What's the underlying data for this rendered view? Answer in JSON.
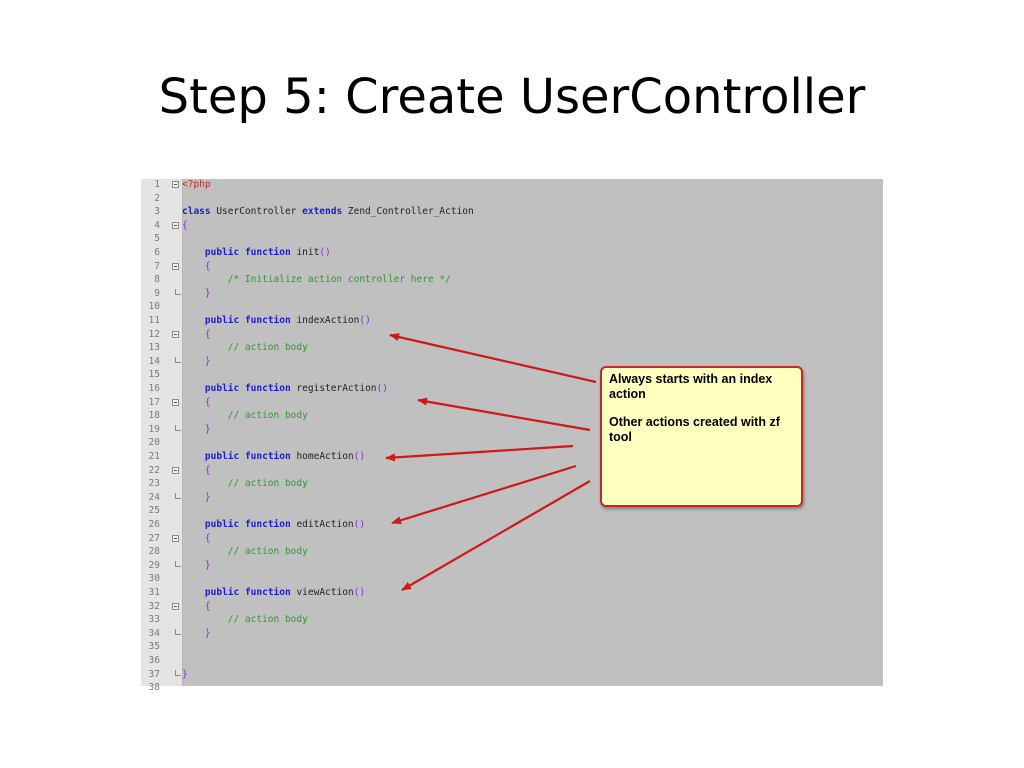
{
  "slide": {
    "title": "Step 5: Create UserController"
  },
  "callout": {
    "line1": "Always starts with an index action",
    "line2": "Other actions created with zf tool"
  },
  "code_lines": [
    {
      "n": "1",
      "fold": "box",
      "tokens": [
        {
          "t": "<?php",
          "c": "ph"
        }
      ]
    },
    {
      "n": "2",
      "fold": "",
      "tokens": []
    },
    {
      "n": "3",
      "fold": "",
      "tokens": [
        {
          "t": "class",
          "c": "kw"
        },
        {
          "t": " UserController ",
          "c": "tx"
        },
        {
          "t": "extends",
          "c": "kw"
        },
        {
          "t": " Zend_Controller_Action",
          "c": "tx"
        }
      ]
    },
    {
      "n": "4",
      "fold": "box",
      "tokens": [
        {
          "t": "{",
          "c": "br"
        }
      ]
    },
    {
      "n": "5",
      "fold": "",
      "tokens": []
    },
    {
      "n": "6",
      "fold": "",
      "tokens": [
        {
          "t": "    ",
          "c": "tx"
        },
        {
          "t": "public",
          "c": "kw"
        },
        {
          "t": " ",
          "c": "tx"
        },
        {
          "t": "function",
          "c": "kw"
        },
        {
          "t": " init",
          "c": "tx"
        },
        {
          "t": "()",
          "c": "br"
        }
      ]
    },
    {
      "n": "7",
      "fold": "box",
      "tokens": [
        {
          "t": "    {",
          "c": "br"
        }
      ]
    },
    {
      "n": "8",
      "fold": "",
      "tokens": [
        {
          "t": "        /* Initialize action controller here */",
          "c": "cm"
        }
      ]
    },
    {
      "n": "9",
      "fold": "end",
      "tokens": [
        {
          "t": "    }",
          "c": "br"
        }
      ]
    },
    {
      "n": "10",
      "fold": "",
      "tokens": []
    },
    {
      "n": "11",
      "fold": "",
      "tokens": [
        {
          "t": "    ",
          "c": "tx"
        },
        {
          "t": "public",
          "c": "kw"
        },
        {
          "t": " ",
          "c": "tx"
        },
        {
          "t": "function",
          "c": "kw"
        },
        {
          "t": " indexAction",
          "c": "tx"
        },
        {
          "t": "()",
          "c": "br"
        }
      ]
    },
    {
      "n": "12",
      "fold": "box",
      "tokens": [
        {
          "t": "    {",
          "c": "br"
        }
      ]
    },
    {
      "n": "13",
      "fold": "",
      "tokens": [
        {
          "t": "        // action body",
          "c": "cm"
        }
      ]
    },
    {
      "n": "14",
      "fold": "end",
      "tokens": [
        {
          "t": "    }",
          "c": "br"
        }
      ]
    },
    {
      "n": "15",
      "fold": "",
      "tokens": []
    },
    {
      "n": "16",
      "fold": "",
      "tokens": [
        {
          "t": "    ",
          "c": "tx"
        },
        {
          "t": "public",
          "c": "kw"
        },
        {
          "t": " ",
          "c": "tx"
        },
        {
          "t": "function",
          "c": "kw"
        },
        {
          "t": " registerAction",
          "c": "tx"
        },
        {
          "t": "()",
          "c": "br"
        }
      ]
    },
    {
      "n": "17",
      "fold": "box",
      "tokens": [
        {
          "t": "    {",
          "c": "br"
        }
      ]
    },
    {
      "n": "18",
      "fold": "",
      "tokens": [
        {
          "t": "        // action body",
          "c": "cm"
        }
      ]
    },
    {
      "n": "19",
      "fold": "end",
      "tokens": [
        {
          "t": "    }",
          "c": "br"
        }
      ]
    },
    {
      "n": "20",
      "fold": "",
      "tokens": []
    },
    {
      "n": "21",
      "fold": "",
      "tokens": [
        {
          "t": "    ",
          "c": "tx"
        },
        {
          "t": "public",
          "c": "kw"
        },
        {
          "t": " ",
          "c": "tx"
        },
        {
          "t": "function",
          "c": "kw"
        },
        {
          "t": " homeAction",
          "c": "tx"
        },
        {
          "t": "()",
          "c": "br"
        }
      ]
    },
    {
      "n": "22",
      "fold": "box",
      "tokens": [
        {
          "t": "    {",
          "c": "br"
        }
      ]
    },
    {
      "n": "23",
      "fold": "",
      "tokens": [
        {
          "t": "        // action body",
          "c": "cm"
        }
      ]
    },
    {
      "n": "24",
      "fold": "end",
      "tokens": [
        {
          "t": "    }",
          "c": "br"
        }
      ]
    },
    {
      "n": "25",
      "fold": "",
      "tokens": []
    },
    {
      "n": "26",
      "fold": "",
      "tokens": [
        {
          "t": "    ",
          "c": "tx"
        },
        {
          "t": "public",
          "c": "kw"
        },
        {
          "t": " ",
          "c": "tx"
        },
        {
          "t": "function",
          "c": "kw"
        },
        {
          "t": " editAction",
          "c": "tx"
        },
        {
          "t": "()",
          "c": "br"
        }
      ]
    },
    {
      "n": "27",
      "fold": "box",
      "tokens": [
        {
          "t": "    {",
          "c": "br"
        }
      ]
    },
    {
      "n": "28",
      "fold": "",
      "tokens": [
        {
          "t": "        // action body",
          "c": "cm"
        }
      ]
    },
    {
      "n": "29",
      "fold": "end",
      "tokens": [
        {
          "t": "    }",
          "c": "br"
        }
      ]
    },
    {
      "n": "30",
      "fold": "",
      "tokens": []
    },
    {
      "n": "31",
      "fold": "",
      "tokens": [
        {
          "t": "    ",
          "c": "tx"
        },
        {
          "t": "public",
          "c": "kw"
        },
        {
          "t": " ",
          "c": "tx"
        },
        {
          "t": "function",
          "c": "kw"
        },
        {
          "t": " viewAction",
          "c": "tx"
        },
        {
          "t": "()",
          "c": "br"
        }
      ]
    },
    {
      "n": "32",
      "fold": "box",
      "tokens": [
        {
          "t": "    {",
          "c": "br"
        }
      ]
    },
    {
      "n": "33",
      "fold": "",
      "tokens": [
        {
          "t": "        // action body",
          "c": "cm"
        }
      ]
    },
    {
      "n": "34",
      "fold": "end",
      "tokens": [
        {
          "t": "    }",
          "c": "br"
        }
      ]
    },
    {
      "n": "35",
      "fold": "",
      "tokens": []
    },
    {
      "n": "36",
      "fold": "",
      "tokens": []
    },
    {
      "n": "37",
      "fold": "end",
      "tokens": [
        {
          "t": "}",
          "c": "br"
        }
      ]
    },
    {
      "n": "38",
      "fold": "",
      "tokens": []
    }
  ],
  "colors": {
    "editor_background": "#c0c0c0",
    "keyword": "#1e1ec8",
    "comment": "#2e9a2e",
    "php_tag": "#d42020",
    "bracket": "#8a2be2",
    "callout_fill": "#ffffc0",
    "callout_border": "#c8262e",
    "arrow": "#d01818"
  }
}
